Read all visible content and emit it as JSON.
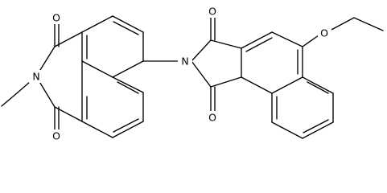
{
  "molecule": {
    "atom_labels": {
      "o_top_left": "O",
      "o_bottom_left": "O",
      "n_left": "N",
      "n_center": "N",
      "o_top_center": "O",
      "o_bottom_center": "O",
      "o_ether": "O"
    },
    "colors": {
      "bond": "#000000",
      "label": "#000000",
      "background": "#ffffff"
    }
  }
}
